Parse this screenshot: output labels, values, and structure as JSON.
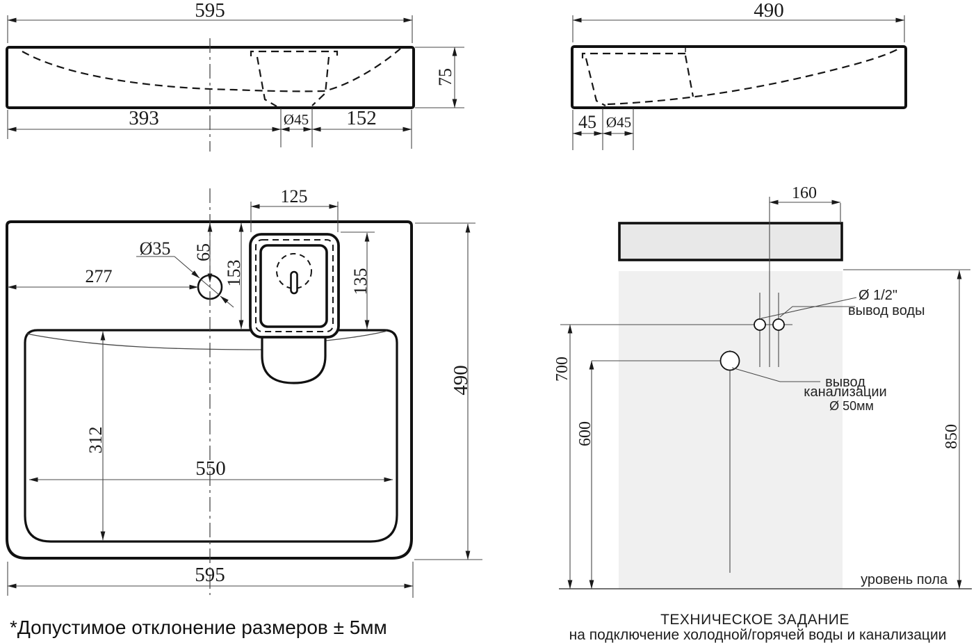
{
  "front_view": {
    "dims": {
      "width": "595",
      "height": "75",
      "left_to_drain": "393",
      "drain": "Ø45",
      "drain_to_right": "152"
    }
  },
  "side_view": {
    "dims": {
      "depth": "490",
      "front_to_drain": "45",
      "drain": "Ø45"
    }
  },
  "top_view": {
    "dims": {
      "width_bottom": "595",
      "depth": "490",
      "basin_width": "550",
      "basin_depth": "312",
      "faucet_from_left": "277",
      "faucet_hole": "Ø35",
      "faucet_from_back": "65",
      "overflow_from_back": "153",
      "overflow_width": "125",
      "overflow_depth": "135"
    }
  },
  "installation": {
    "dims": {
      "water_offset": "160",
      "water_height": "700",
      "sewer_height": "600",
      "rim_height": "850"
    },
    "labels": {
      "water_size": "Ø 1/2\"",
      "water_outlet": "вывод воды",
      "sewer_line1": "вывод",
      "sewer_line2": "канализации",
      "sewer_size": "Ø 50мм",
      "floor": "уровень пола"
    },
    "title": "ТЕХНИЧЕСКОЕ ЗАДАНИЕ",
    "subtitle": "на подключение холодной/горячей воды и канализации"
  },
  "note": "*Допустимое отклонение размеров ± 5мм",
  "colors": {
    "line": "#1a1a1a",
    "thin_line": "#474747",
    "sink_fill": "#e8e8e8",
    "wall_fill": "#f0f0f0"
  }
}
